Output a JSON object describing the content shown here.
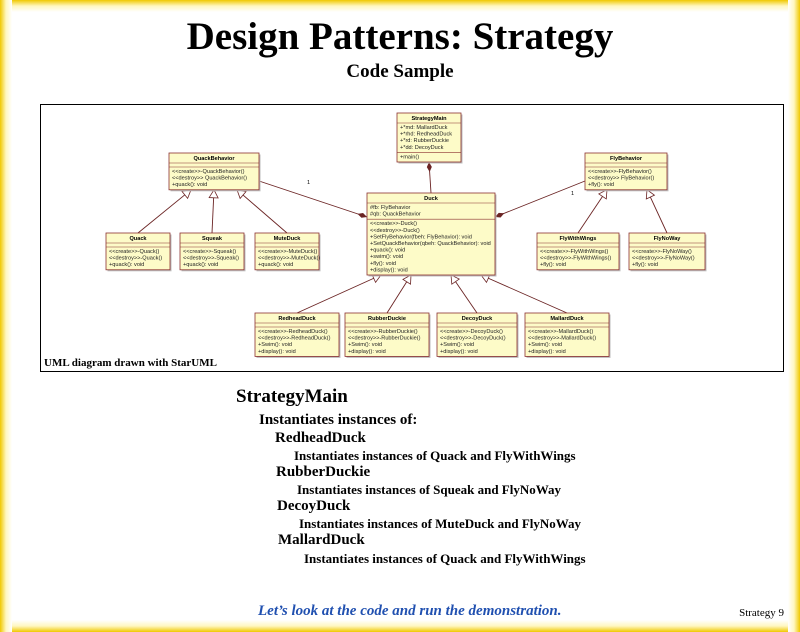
{
  "slide": {
    "title": "Design Patterns: Strategy",
    "subtitle": "Code Sample",
    "uml_credit": "UML diagram drawn with StarUML",
    "footer": "Let’s look at the code and run the demonstration.",
    "slide_number": "Strategy 9"
  },
  "outline": {
    "main": "StrategyMain",
    "instantiates": "Instantiates instances of:",
    "items": [
      {
        "name": "RedheadDuck",
        "detail": "Instantiates instances of Quack and FlyWithWings"
      },
      {
        "name": "RubberDuckie",
        "detail": "Instantiates instances of Squeak and FlyNoWay"
      },
      {
        "name": "DecoyDuck",
        "detail": "Instantiates instances of MuteDuck and FlyNoWay"
      },
      {
        "name": "MallardDuck",
        "detail": "Instantiates instances of Quack and FlyWithWings"
      }
    ]
  },
  "uml": {
    "multiplicity": "1",
    "classes": {
      "StrategyMain": {
        "name": "StrategyMain",
        "attrs": [
          "+*md: MallardDuck",
          "+*rhd: RedheadDuck",
          "+*rd: RubberDuckie",
          "+*dd: DecoyDuck"
        ],
        "ops": [
          "+main()"
        ]
      },
      "QuackBehavior": {
        "name": "QuackBehavior",
        "attrs": [],
        "ops": [
          "<<create>>-QuackBehavior()",
          "<<destroy>> QuackBehavior()",
          "+quack(): void"
        ]
      },
      "FlyBehavior": {
        "name": "FlyBehavior",
        "attrs": [],
        "ops": [
          "<<create>>-FlyBehavior()",
          "<<destroy>> FlyBehavior()",
          "+fly(): void"
        ]
      },
      "Duck": {
        "name": "Duck",
        "attrs": [
          "#fb: FlyBehavior",
          "#qb: QuackBehavior"
        ],
        "ops": [
          "<<create>>-Duck()",
          "<<destroy>>-Duck()",
          "+SetFlyBehavior(fbeh: FlyBehavior): void",
          "+SetQuackBehavior(qbeh: QuackBehavior): void",
          "+quack(): void",
          "+swim(): void",
          "+fly(): void",
          "+display(): void"
        ]
      },
      "Quack": {
        "name": "Quack",
        "attrs": [],
        "ops": [
          "<<create>>-Quack()",
          "<<destroy>>-Quack()",
          "+quack(): void"
        ]
      },
      "Squeak": {
        "name": "Squeak",
        "attrs": [],
        "ops": [
          "<<create>>-Squeak()",
          "<<destroy>>-Squeak()",
          "+quack(): void"
        ]
      },
      "MuteDuck": {
        "name": "MuteDuck",
        "attrs": [],
        "ops": [
          "<<create>>-MuteDuck()",
          "<<destroy>>-MuteDuck()",
          "+quack(): void"
        ]
      },
      "FlyWithWings": {
        "name": "FlyWithWings",
        "attrs": [],
        "ops": [
          "<<create>>-FlyWithWings()",
          "<<destroy>>-FlyWithWings()",
          "+fly(): void"
        ]
      },
      "FlyNoWay": {
        "name": "FlyNoWay",
        "attrs": [],
        "ops": [
          "<<create>>-FlyNoWay()",
          "<<destroy>>-FlyNoWay()",
          "+fly(): void"
        ]
      },
      "RedheadDuck": {
        "name": "RedheadDuck",
        "attrs": [],
        "ops": [
          "<<create>>-RedheadDuck()",
          "<<destroy>>-RedheadDuck()",
          "+Swim(): void",
          "+display(): void"
        ]
      },
      "RubberDuckie": {
        "name": "RubberDuckie",
        "attrs": [],
        "ops": [
          "<<create>>-RubberDuckie()",
          "<<destroy>>-RubberDuckie()",
          "+Swim(): void",
          "+display(): void"
        ]
      },
      "DecoyDuck": {
        "name": "DecoyDuck",
        "attrs": [],
        "ops": [
          "<<create>>-DecoyDuck()",
          "<<destroy>>-DecoyDuck()",
          "+Swim(): void",
          "+display(): void"
        ]
      },
      "MallardDuck": {
        "name": "MallardDuck",
        "attrs": [],
        "ops": [
          "<<create>>-MallardDuck()",
          "<<destroy>>-MallardDuck()",
          "+Swim(): void",
          "+display(): void"
        ]
      }
    }
  },
  "colors": {
    "class_fill": "#fdfbc8",
    "class_border": "#8b3030",
    "line": "#6b2424",
    "footer": "#2050b0",
    "frame": "#f0c800"
  }
}
